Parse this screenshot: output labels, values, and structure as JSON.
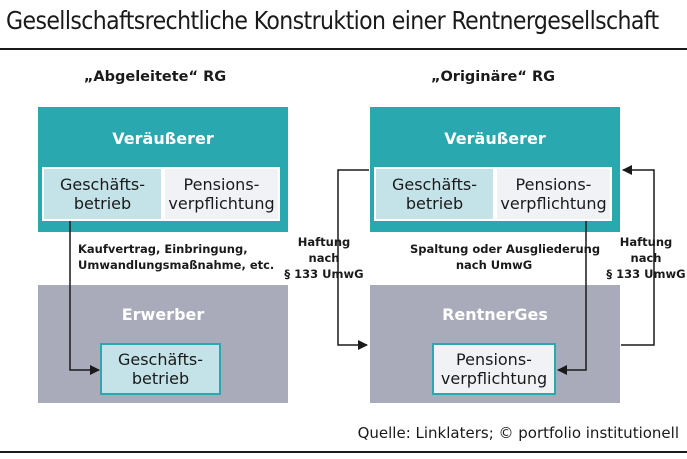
{
  "title": "Gesellschaftsrechtliche Konstruktion einer Rentnergesellschaft",
  "left": {
    "heading": "„Abgeleitete“ RG",
    "top_box": "Veräußerer",
    "cell_a": [
      "Geschäfts-",
      "betrieb"
    ],
    "cell_b": [
      "Pensions-",
      "verpflichtung"
    ],
    "note": [
      "Kaufvertrag, Einbringung,",
      "Umwandlungsmaßnahme, etc."
    ],
    "bottom_box": "Erwerber",
    "bottom_cell": [
      "Geschäfts-",
      "betrieb"
    ]
  },
  "right": {
    "heading": "„Originäre“ RG",
    "top_box": "Veräußerer",
    "cell_a": [
      "Geschäfts-",
      "betrieb"
    ],
    "cell_b": [
      "Pensions-",
      "verpflichtung"
    ],
    "note_center": [
      "Spaltung oder Ausgliederung",
      "nach UmwG"
    ],
    "note_left": [
      "Haftung",
      "nach",
      "§ 133 UmwG"
    ],
    "note_right": [
      "Haftung",
      "nach",
      "§ 133 UmwG"
    ],
    "bottom_box": "RentnerGes",
    "bottom_cell": [
      "Pensions-",
      "verpflichtung"
    ]
  },
  "source": "Quelle: Linklaters; © portfolio institutionell",
  "colors": {
    "teal": "#2aa8b0",
    "grey": "#a9abbb",
    "light_teal": "#c3e3e8",
    "light_grey": "#f1f2f6"
  }
}
